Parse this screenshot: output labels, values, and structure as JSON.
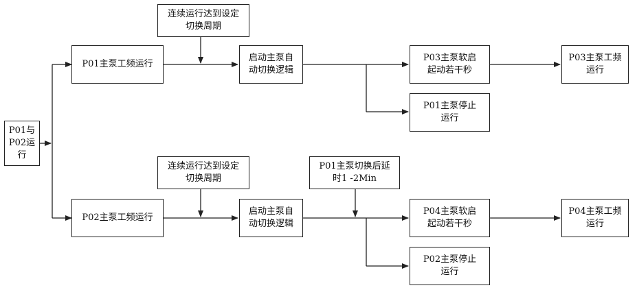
{
  "nodes": {
    "start": "P01与\nP02运\n行",
    "p01_run": "P01主泵工频运行",
    "cond_top": "连续运行达到设定\n切换周期",
    "switch_top": "启动主泵自\n动切换逻辑",
    "p03_soft": "P03主泵软启\n起动若干秒",
    "p03_run": "P03主泵工频\n运行",
    "p01_stop": "P01主泵停止\n运行",
    "p02_run": "P02主泵工频运行",
    "cond_bottom": "连续运行达到设定\n切换周期",
    "switch_bottom": "启动主泵自\n动切换逻辑",
    "delay": "P01主泵切换后延\n时1 -2Min",
    "p04_soft": "P04主泵软启\n起动若干秒",
    "p04_run": "P04主泵工频\n运行",
    "p02_stop": "P02主泵停止\n运行"
  },
  "colors": {
    "line": "#222222",
    "box_border": "#222222",
    "text": "#111111"
  }
}
